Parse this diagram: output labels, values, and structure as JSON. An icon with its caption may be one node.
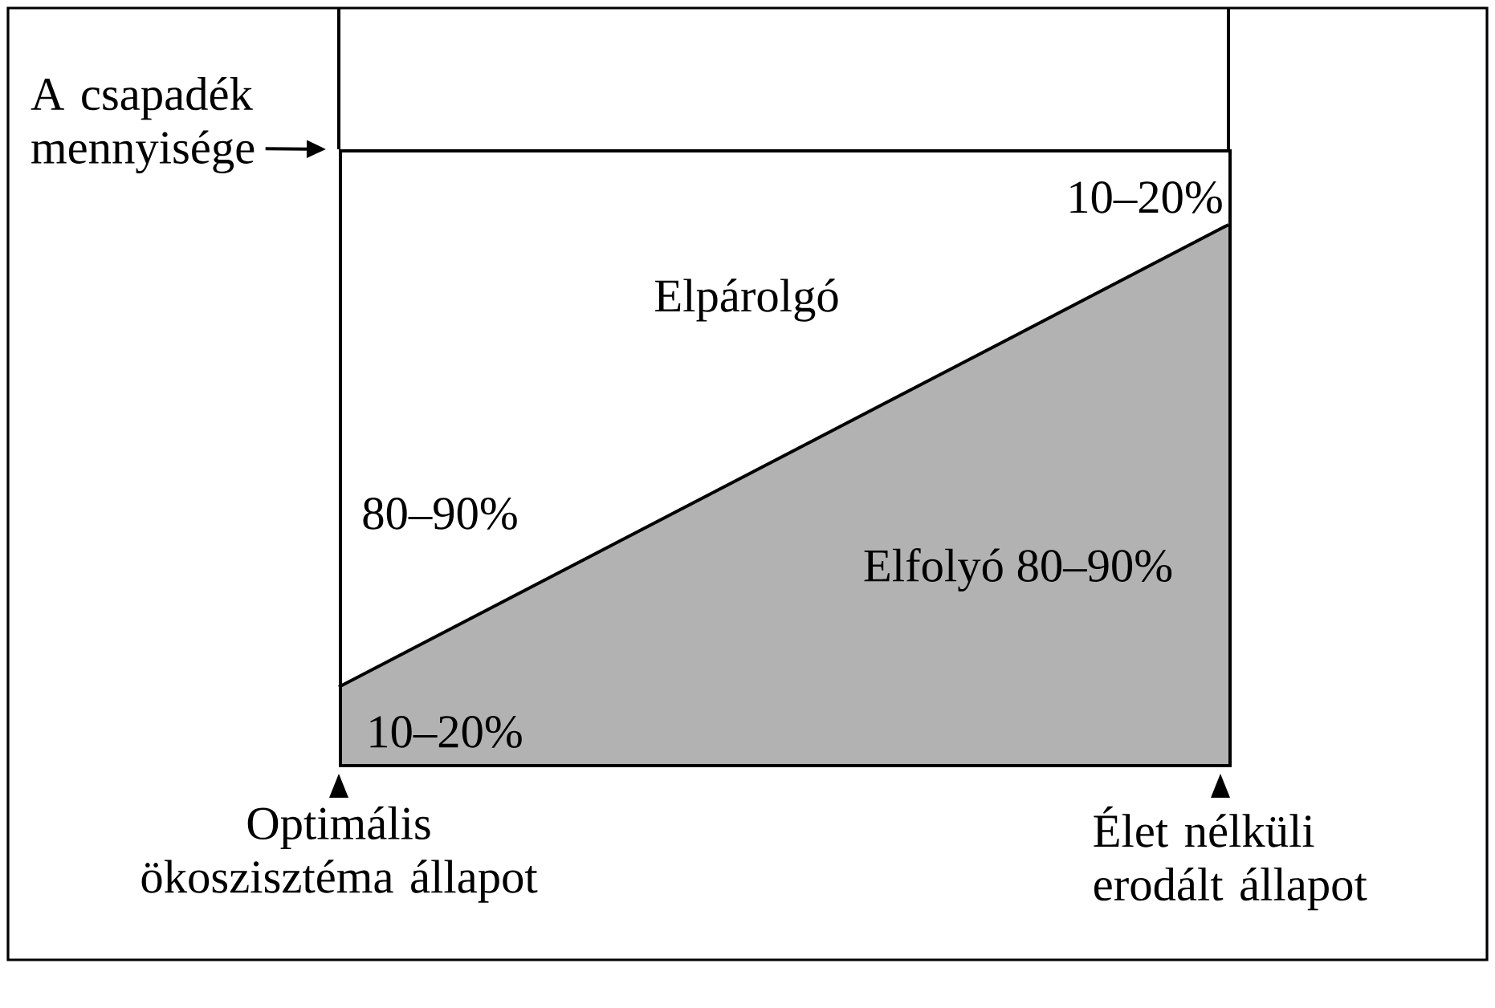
{
  "diagram": {
    "nodes": [
      {
        "text": [
          "A csapadék mennyisége"
        ]
      },
      {
        "text": [],
        "shape": "box"
      }
    ],
    "edges": [
      {
        "from": 0,
        "to": 1,
        "arrow": "to"
      }
    ],
    "labels": [
      "10–20%",
      "Elpárolgó",
      "80–90%",
      "Elfolyó 80–90%",
      "10–20%",
      "Optimális ökoszisztéma állapot",
      "Élet nélküli erodált állapot"
    ]
  }
}
